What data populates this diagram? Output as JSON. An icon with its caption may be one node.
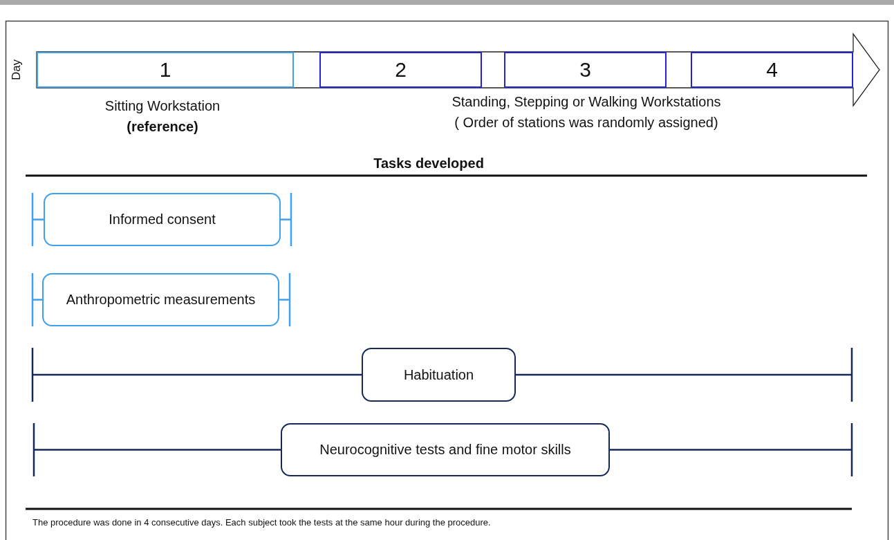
{
  "diagram": {
    "caption": "The procedure was done in 4 consecutive days. Each subject took the tests at the same hour during the procedure.",
    "nodes": [
      {
        "text": [
          "1"
        ],
        "beside": [
          "Sitting Workstation",
          "(reference)"
        ]
      },
      {
        "text": [
          "2"
        ]
      },
      {
        "text": [
          "3"
        ]
      },
      {
        "text": [
          "4"
        ]
      },
      {
        "text": [
          "Informed consent"
        ]
      },
      {
        "text": [
          "Anthropometric measurements"
        ]
      },
      {
        "text": [
          "Habituation"
        ]
      },
      {
        "text": [
          "Neurocognitive tests and fine motor skills"
        ]
      }
    ],
    "edges": [],
    "labels": [
      "Day",
      "Standing, Stepping or Walking Workstations",
      "( Order of stations was randomly assigned)",
      "Tasks developed"
    ]
  }
}
